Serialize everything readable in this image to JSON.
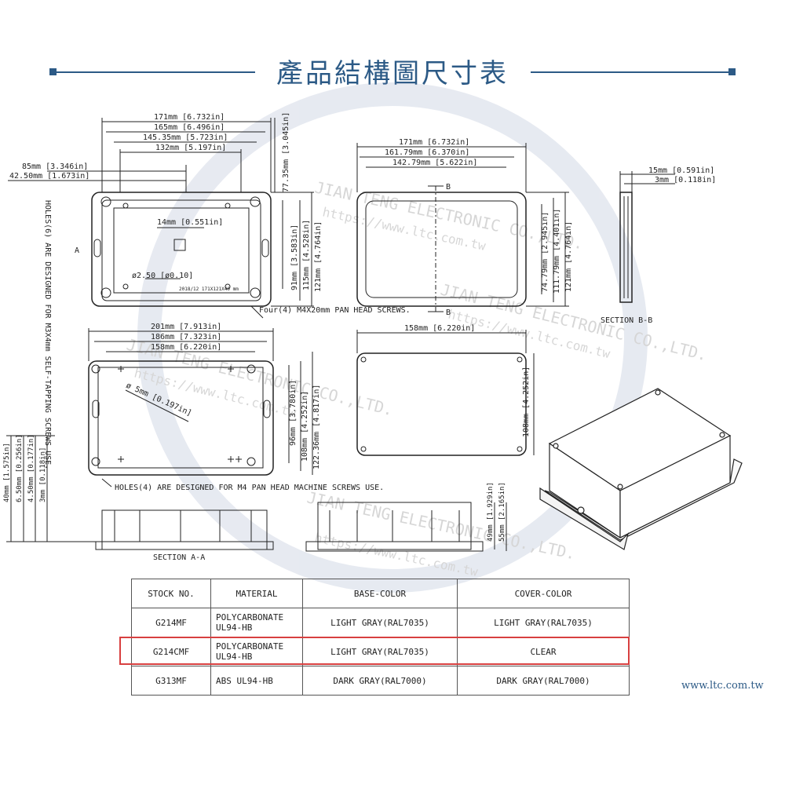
{
  "title": "產品結構圖尺寸表",
  "watermark": {
    "company": "JIAN TENG ELECTRONIC CO.,LTD.",
    "url": "https://www.ltc.com.tw"
  },
  "view_top_left": {
    "dims": [
      "171mm [6.732in]",
      "165mm [6.496in]",
      "145.35mm [5.723in]",
      "132mm [5.197in]"
    ],
    "left_dims": [
      "85mm [3.346in]",
      "42.50mm [1.673in]"
    ],
    "vert_top": "77.35mm [3.045in]",
    "vert_right": [
      "91mm [3.583in]",
      "115mm [4.528in]",
      "121mm [4.764in]"
    ],
    "inner_dim": "14mm [0.551in]",
    "hole_dim": "ø2.50 [ø0.10]",
    "label_a": "A",
    "plate": "2018/12 171X121X40 mm",
    "note_holes": "HOLES(6) ARE DESIGNED FOR M3X4mm SELF-TAPPING SCREWS USE.",
    "note_screws": "Four(4) M4X20mm PAN HEAD SCREWS."
  },
  "view_top_right": {
    "dims": [
      "171mm [6.732in]",
      "161.79mm [6.370in]",
      "142.79mm [5.622in]"
    ],
    "vert": [
      "74.79mm [2.945in]",
      "111.79mm [4.401in]",
      "121mm [4.764in]"
    ],
    "label_b": "B"
  },
  "section_bb": {
    "dims": [
      "15mm [0.591in]",
      "3mm [0.118in]"
    ],
    "label": "SECTION B-B"
  },
  "view_mid_left": {
    "dims": [
      "201mm [7.913in]",
      "186mm [7.323in]",
      "158mm [6.220in]"
    ],
    "diag": "ø 5mm [0.197in]",
    "vert": [
      "96mm [3.780in]",
      "108mm [4.252in]",
      "122.36mm [4.817in]"
    ],
    "note_holes": "HOLES(4) ARE DESIGNED FOR M4 PAN HEAD MACHINE SCREWS USE."
  },
  "view_mid_right": {
    "dim_top": "158mm [6.220in]",
    "vert": "108mm [4.252in]"
  },
  "section_aa": {
    "vert": [
      "40mm [1.575in]",
      "6.50mm [0.256in]",
      "4.50mm [0.177in]",
      "3mm [0.118in]"
    ],
    "label": "SECTION A-A"
  },
  "side_view": {
    "vert": [
      "49mm [1.929in]",
      "55mm [2.165in]"
    ]
  },
  "table": {
    "headers": [
      "STOCK NO.",
      "MATERIAL",
      "BASE-COLOR",
      "COVER-COLOR"
    ],
    "rows": [
      {
        "stock": "G214MF",
        "material_1": "POLYCARBONATE",
        "material_2": "UL94-HB",
        "base": "LIGHT GRAY(RAL7035)",
        "cover": "LIGHT GRAY(RAL7035)"
      },
      {
        "stock": "G214CMF",
        "material_1": "POLYCARBONATE",
        "material_2": "UL94-HB",
        "base": "LIGHT GRAY(RAL7035)",
        "cover": "CLEAR"
      },
      {
        "stock": "G313MF",
        "material_1": "ABS UL94-HB",
        "material_2": "",
        "base": "DARK GRAY(RAL7000)",
        "cover": "DARK GRAY(RAL7000)"
      }
    ]
  },
  "site_url": "www.ltc.com.tw",
  "colors": {
    "accent": "#2c5a86",
    "highlight": "#d84040",
    "line": "#222222"
  }
}
